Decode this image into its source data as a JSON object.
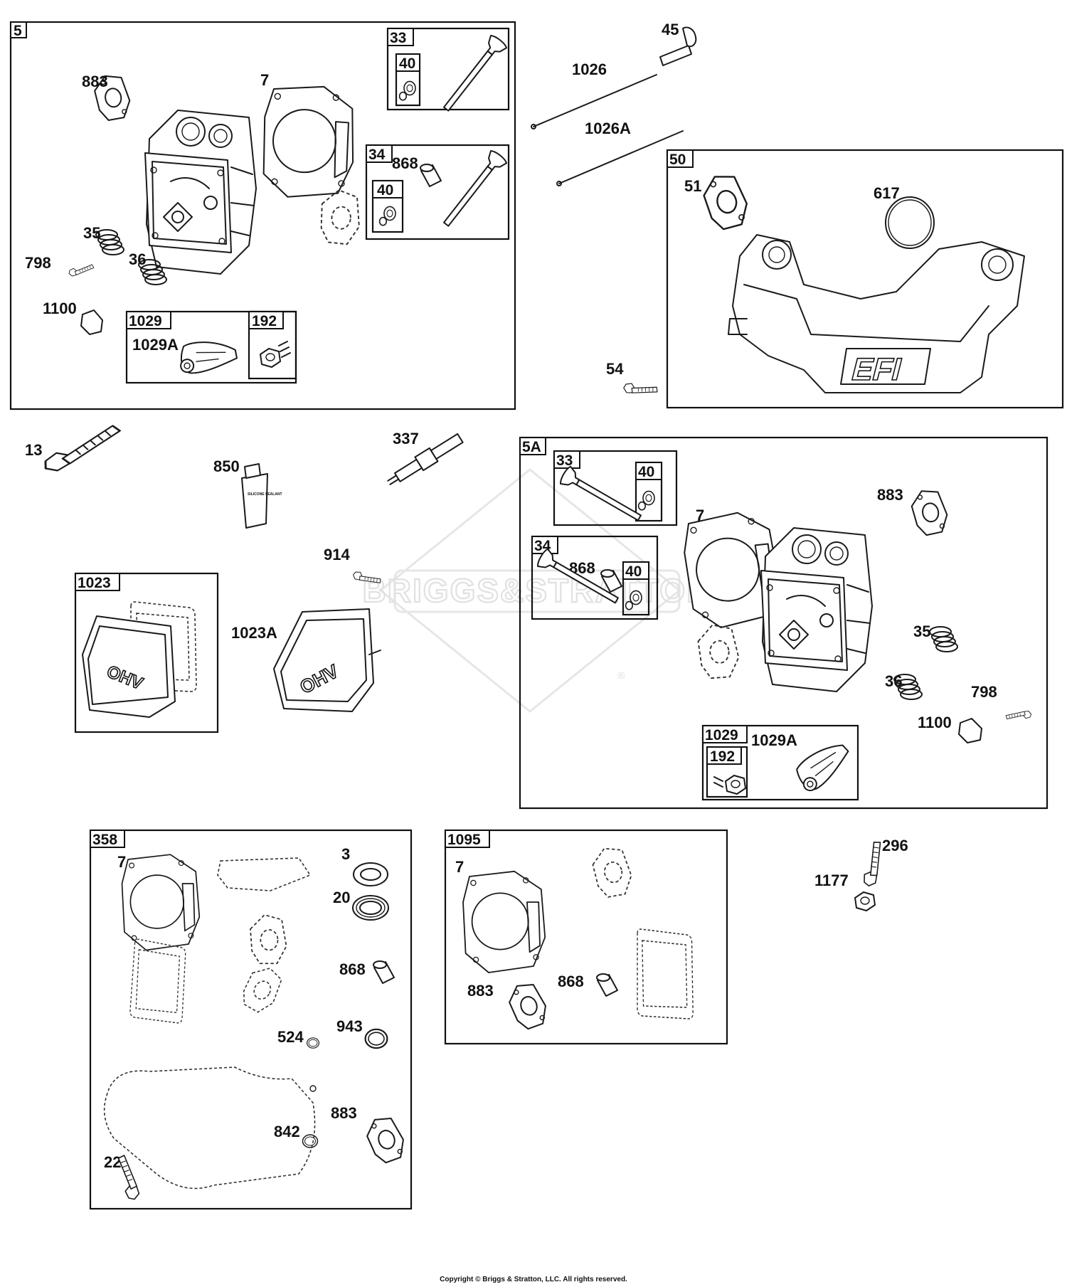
{
  "watermark": {
    "brand": "BRIGGS&STRATTON",
    "registered": "®"
  },
  "copyright": "Copyright © Briggs & Stratton, LLC. All rights reserved.",
  "stamps": {
    "efi": "EFI",
    "ohv": "OHV",
    "sealant": "SILICONE SEALANT"
  },
  "groups": {
    "g5": "5",
    "g33": "33",
    "g40a": "40",
    "g34": "34",
    "g40b": "40",
    "g1029": "1029",
    "g192": "192",
    "g50": "50",
    "g5A": "5A",
    "g5A33": "33",
    "g5A40a": "40",
    "g5A34": "34",
    "g5A40b": "40",
    "g5A1029": "1029",
    "g5A192": "192",
    "g1023": "1023",
    "g358": "358",
    "g1095": "1095"
  },
  "labels": {
    "p883a": "883",
    "p7a": "7",
    "p868a": "868",
    "p35a": "35",
    "p36a": "36",
    "p798a": "798",
    "p1100a": "1100",
    "p1029Aa": "1029A",
    "p45": "45",
    "p1026": "1026",
    "p1026A": "1026A",
    "p51": "51",
    "p617": "617",
    "p54": "54",
    "p13": "13",
    "p850": "850",
    "p337": "337",
    "p914": "914",
    "p1023A": "1023A",
    "p7b": "7",
    "p868b": "868",
    "p883b": "883",
    "p35b": "35",
    "p36b": "36",
    "p798b": "798",
    "p1100b": "1100",
    "p1029Ab": "1029A",
    "p7c": "7",
    "p3": "3",
    "p20": "20",
    "p868c": "868",
    "p524": "524",
    "p943": "943",
    "p883c": "883",
    "p842": "842",
    "p22": "22",
    "p7d": "7",
    "p883d": "883",
    "p868d": "868",
    "p296": "296",
    "p1177": "1177"
  }
}
